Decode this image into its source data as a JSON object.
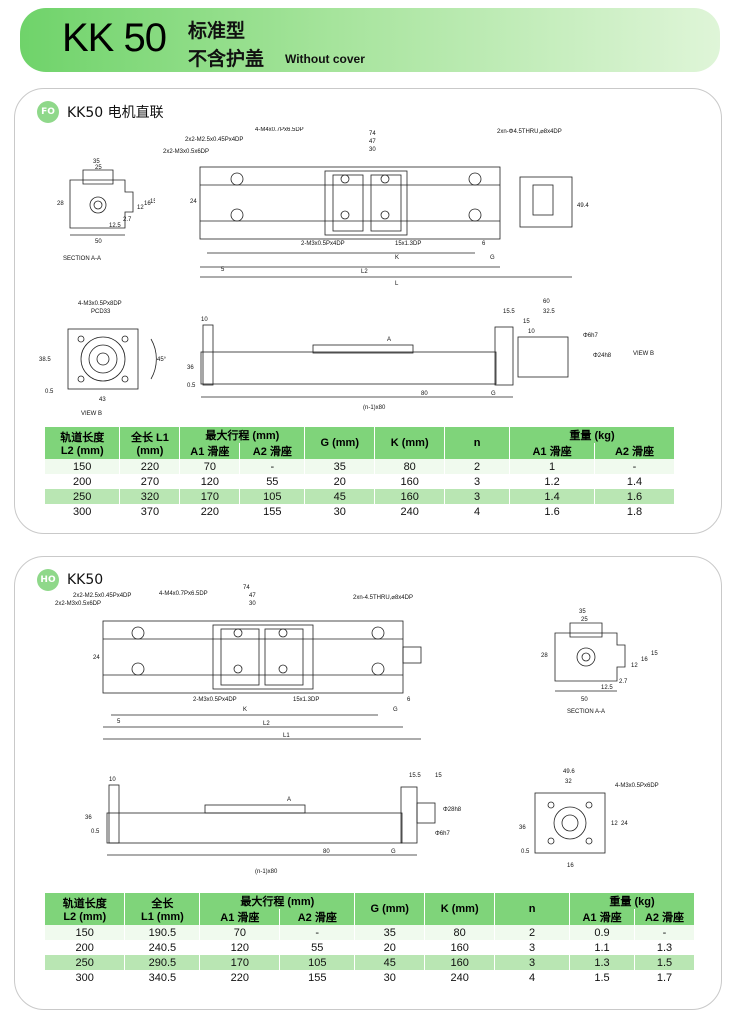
{
  "header": {
    "model": "KK 50",
    "title_cn_1": "标准型",
    "title_cn_2": "不含护盖",
    "title_en": "Without cover"
  },
  "panel1": {
    "badge": "FO",
    "title": "KK50 电机直联",
    "top_dims": {
      "d74": "74",
      "d47": "47",
      "d30": "30",
      "m4": "4-M4x0.7Px6.5DP",
      "m25": "2x2-M2.5x0.45Px4DP",
      "m3": "2x2-M3x0.5x6DP",
      "thru": "2xn-Φ4.5THRU,⌀8x4DP",
      "d24": "24",
      "d494": "49.4",
      "m3b": "2-M3x0.5Px4DP",
      "p15": "15x1.3DP",
      "k": "K",
      "g": "G",
      "d6": "6",
      "d5": "5",
      "l2": "L2",
      "l": "L"
    },
    "section": {
      "d35": "35",
      "d25": "25",
      "d28": "28",
      "d12": "12",
      "d16": "16",
      "d15": "15",
      "d27": "2.7",
      "d125": "12.5",
      "d50": "50",
      "label": "SECTION A-A"
    },
    "view_b": {
      "m3": "4-M3x0.5Px8DP",
      "pcd": "PCD33",
      "d385": "38.5",
      "d05": "0.5",
      "d43": "43",
      "label": "VIEW B",
      "d45": "45°"
    },
    "side": {
      "d10": "10",
      "d36": "36",
      "d05": "0.5",
      "a": "A",
      "d60": "60",
      "d155": "15.5",
      "d325": "32.5",
      "d15": "15",
      "d10b": "10",
      "phi6": "Φ6h7",
      "phi24": "Φ24h8",
      "d80": "80",
      "g": "G",
      "n80": "(n-1)x80",
      "view_b": "VIEW B"
    },
    "table": {
      "h_rail": "轨道长度",
      "h_rail2": "L2 (mm)",
      "h_len": "全长 L1",
      "h_len2": "(mm)",
      "h_stroke": "最大行程 (mm)",
      "h_a1": "A1 滑座",
      "h_a2": "A2 滑座",
      "h_g": "G (mm)",
      "h_k": "K (mm)",
      "h_n": "n",
      "h_w": "重量 (kg)",
      "h_wa1": "A1 滑座",
      "h_wa2": "A2 滑座",
      "rows": [
        [
          "150",
          "220",
          "70",
          "-",
          "35",
          "80",
          "2",
          "1",
          "-"
        ],
        [
          "200",
          "270",
          "120",
          "55",
          "20",
          "160",
          "3",
          "1.2",
          "1.4"
        ],
        [
          "250",
          "320",
          "170",
          "105",
          "45",
          "160",
          "3",
          "1.4",
          "1.6"
        ],
        [
          "300",
          "370",
          "220",
          "155",
          "30",
          "240",
          "4",
          "1.6",
          "1.8"
        ]
      ]
    }
  },
  "panel2": {
    "badge": "HO",
    "title": "KK50",
    "top_dims": {
      "d74": "74",
      "d47": "47",
      "d30": "30",
      "m4": "4-M4x0.7Px6.5DP",
      "m25": "2x2-M2.5x0.45Px4DP",
      "m3": "2x2-M3x0.5x6DP",
      "thru": "2xn-4.5THRU,⌀8x4DP",
      "d24": "24",
      "m3b": "2-M3x0.5Px4DP",
      "p15": "15x1.3DP",
      "k": "K",
      "g": "G",
      "d6": "6",
      "d5": "5",
      "l2": "L2",
      "l1": "L1"
    },
    "section": {
      "d35": "35",
      "d25": "25",
      "d28": "28",
      "d12": "12",
      "d16": "16",
      "d15": "15",
      "d27": "2.7",
      "d125": "12.5",
      "d50": "50",
      "label": "SECTION A-A"
    },
    "side": {
      "d10": "10",
      "d36": "36",
      "d05": "0.5",
      "a": "A",
      "d155": "15.5",
      "d15": "15",
      "phi28": "Φ28h8",
      "phi6": "Φ6h7",
      "d80": "80",
      "g": "G",
      "n80": "(n-1)x80"
    },
    "end_view": {
      "d496": "49.6",
      "d32": "32",
      "m3": "4-M3x0.5Px6DP",
      "d36": "36",
      "d12": "12",
      "d24": "24",
      "d05": "0.5",
      "d16": "16"
    },
    "table": {
      "h_rail": "轨道长度",
      "h_rail2": "L2 (mm)",
      "h_len": "全长",
      "h_len2": "L1 (mm)",
      "h_stroke": "最大行程 (mm)",
      "h_a1": "A1 滑座",
      "h_a2": "A2 滑座",
      "h_g": "G (mm)",
      "h_k": "K (mm)",
      "h_n": "n",
      "h_w": "重量 (kg)",
      "h_wa1": "A1 滑座",
      "h_wa2": "A2 滑座",
      "rows": [
        [
          "150",
          "190.5",
          "70",
          "-",
          "35",
          "80",
          "2",
          "0.9",
          "-"
        ],
        [
          "200",
          "240.5",
          "120",
          "55",
          "20",
          "160",
          "3",
          "1.1",
          "1.3"
        ],
        [
          "250",
          "290.5",
          "170",
          "105",
          "45",
          "160",
          "3",
          "1.3",
          "1.5"
        ],
        [
          "300",
          "340.5",
          "220",
          "155",
          "30",
          "240",
          "4",
          "1.5",
          "1.7"
        ]
      ]
    }
  }
}
